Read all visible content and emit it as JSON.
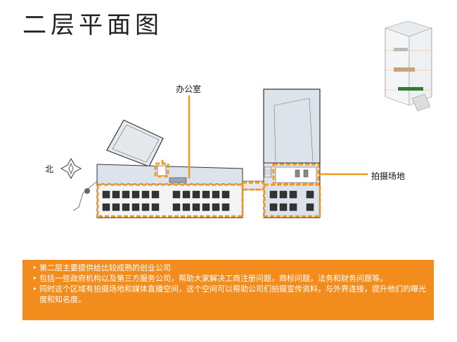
{
  "title": "二层平面图",
  "labels": {
    "office": "办公室",
    "photo_area": "拍摄场地",
    "north": "北"
  },
  "info": {
    "items": [
      "第二层主要提供给比较成熟的创业公司",
      "包括一些政府机构以及第三方服务公司，帮助大家解决工商注册问题，商标问题，法务和财务问题等。",
      "同时这个区域有拍摄场地和媒体直播空间，这个空间可以帮助公司们拍摄宣传资料，与外界连接，提升他们的曝光度和知名度。"
    ]
  },
  "colors": {
    "accent": "#f28c1c",
    "highlight_dash": "#f39a1f",
    "building_fill": "#dde3ea",
    "building_stroke": "#555555"
  }
}
